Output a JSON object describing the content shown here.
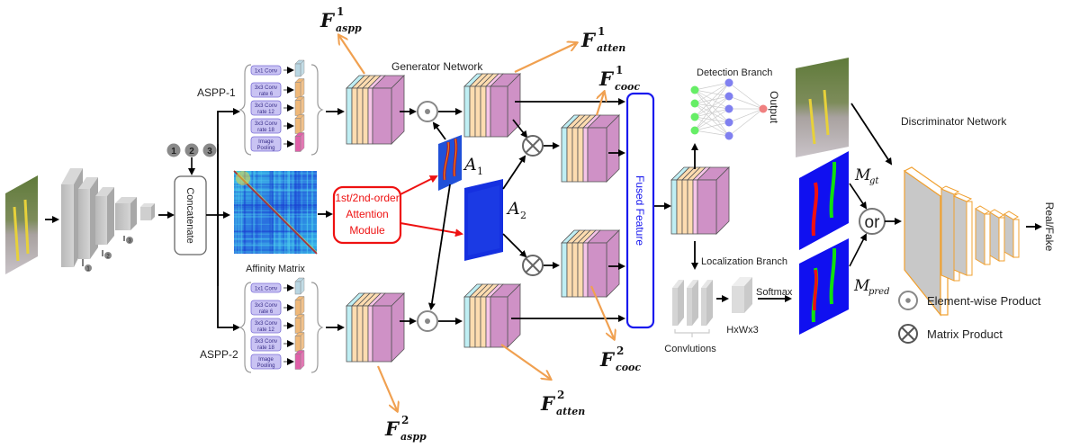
{
  "title": "Generator / Discriminator architecture with ASPP and attention",
  "colors": {
    "arrow": "#000000",
    "orange_arrow": "#f0a050",
    "attention_red": "#ee1111",
    "fused_blue": "#1a1aee",
    "feature_cyan": "#bfeef3",
    "feature_peach": "#fddcb0",
    "feature_pink": "#f6c4e8",
    "feature_purple": "#cf91c6",
    "disc_orange": "#f0a030",
    "mask_blue": "#1010f0",
    "mask_red": "#f01010",
    "mask_green": "#10e010",
    "detect_green": "#66ee66",
    "detect_blue": "#8080f0",
    "detect_red": "#f08080"
  },
  "backbone": {
    "stage_badges": [
      "1",
      "2",
      "3"
    ],
    "tap_badges": [
      "1",
      "2",
      "3"
    ]
  },
  "concatenate": {
    "label": "Concatenate"
  },
  "aspp1": {
    "label": "ASPP-1",
    "ops": [
      {
        "line1": "1x1 Conv",
        "line2": ""
      },
      {
        "line1": "3x3 Conv",
        "line2": "rate 6"
      },
      {
        "line1": "3x3 Conv",
        "line2": "rate 12"
      },
      {
        "line1": "3x3 Conv",
        "line2": "rate 18"
      },
      {
        "line1": "Image",
        "line2": "Pooling"
      }
    ]
  },
  "aspp2": {
    "label": "ASPP-2",
    "ops": [
      {
        "line1": "1x1 Conv",
        "line2": ""
      },
      {
        "line1": "3x3 Conv",
        "line2": "rate 6"
      },
      {
        "line1": "3x3 Conv",
        "line2": "rate 12"
      },
      {
        "line1": "3x3 Conv",
        "line2": "rate 18"
      },
      {
        "line1": "Image",
        "line2": "Pooling"
      }
    ]
  },
  "affinity": {
    "label": "Affinity Matrix"
  },
  "attention_module": {
    "line1": "1st/2nd-order",
    "line2": "Attention",
    "line3": "Module"
  },
  "generator": {
    "label": "Generator Network"
  },
  "features": {
    "aspp1": {
      "base": "F",
      "sup": "1",
      "sub": "aspp"
    },
    "aspp2": {
      "base": "F",
      "sup": "2",
      "sub": "aspp"
    },
    "atten1": {
      "base": "F",
      "sup": "1",
      "sub": "atten"
    },
    "atten2": {
      "base": "F",
      "sup": "2",
      "sub": "atten"
    },
    "cooc1": {
      "base": "F",
      "sup": "1",
      "sub": "cooc"
    },
    "cooc2": {
      "base": "F",
      "sup": "2",
      "sub": "cooc"
    }
  },
  "attention_maps": {
    "a1": {
      "base": "A",
      "sub": "1"
    },
    "a2": {
      "base": "A",
      "sub": "2"
    }
  },
  "fused": {
    "label": "Fused Feature"
  },
  "detection": {
    "label": "Detection Branch",
    "output": "Output"
  },
  "localization": {
    "label": "Localization Branch",
    "convs": "Convlutions",
    "shape": "HxWx3",
    "softmax": "Softmax"
  },
  "discriminator": {
    "label": "Discriminator Network",
    "or": "or",
    "mgt": {
      "base": "M",
      "sub": "gt"
    },
    "mpred": {
      "base": "M",
      "sub": "pred"
    },
    "result": "Real/Fake"
  },
  "legend": {
    "elementwise": "Element-wise Product",
    "matrix": "Matrix Product"
  }
}
